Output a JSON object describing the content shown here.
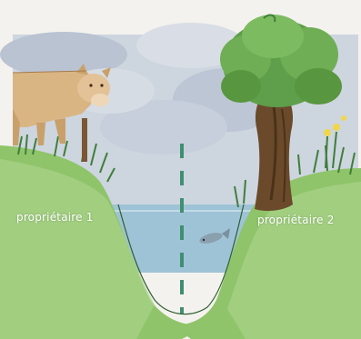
{
  "labels": {
    "owner_left": "propriétaire 1",
    "owner_right": "propriétaire 2"
  },
  "colors": {
    "water": "#9fc3d6",
    "grass": "#8fc46a",
    "divider": "#3f8f72",
    "sky": "#c9d2de",
    "trunk": "#6a4a2a",
    "foliage": "#5f9e4a",
    "cow": "#d9b584"
  },
  "icons": [
    "cow-illustration",
    "tree-illustration",
    "fish-icon",
    "flower-icon",
    "fence-post-icon"
  ]
}
